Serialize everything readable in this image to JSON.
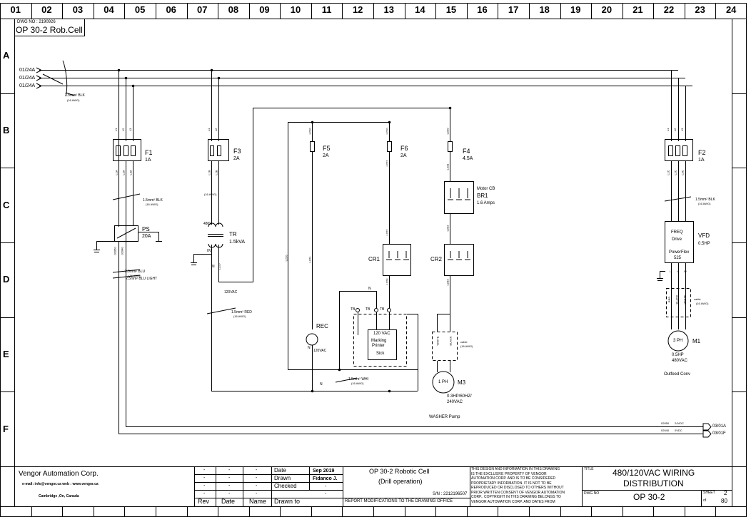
{
  "columns": [
    "01",
    "02",
    "03",
    "04",
    "05",
    "06",
    "07",
    "08",
    "09",
    "10",
    "11",
    "12",
    "13",
    "14",
    "15",
    "16",
    "17",
    "18",
    "19",
    "20",
    "21",
    "22",
    "23",
    "24"
  ],
  "rows": [
    "A",
    "B",
    "C",
    "D",
    "E",
    "F"
  ],
  "header": {
    "dwg_no_label": "DWG NO : 2190926",
    "cell_title": "OP 30-2 Rob.Cell"
  },
  "incoming": [
    "01/24A",
    "01/24A",
    "01/24A"
  ],
  "wire_notes": {
    "blk_main": "1.5mm² BLK",
    "awg16": "(16 AWG)",
    "blk_f1": "1.5mm² BLK",
    "blu": "2.5mm² BLU",
    "blu_light": "2.5mm² BLU LIGHT",
    "red": "1.5mm² RED",
    "wht": "1.5mm² WHI",
    "blk_f2": "1.5mm² BLK"
  },
  "components": {
    "f1": {
      "name": "F1",
      "rating": "1A"
    },
    "f3": {
      "name": "F3",
      "rating": "2A"
    },
    "f5": {
      "name": "F5",
      "rating": "2A"
    },
    "f6": {
      "name": "F6",
      "rating": "2A"
    },
    "f4": {
      "name": "F4",
      "rating": "4.5A"
    },
    "f2": {
      "name": "F2",
      "rating": "1A"
    },
    "ps": {
      "name": "PS",
      "rating": "20A",
      "w1": "02050",
      "w2": "02040"
    },
    "tr": {
      "name": "TR",
      "rating": "1.5kVA",
      "primary": "480V",
      "secondary": "0V",
      "n": "N"
    },
    "br1": {
      "type": "Motor CB",
      "name": "BR1",
      "rating": "1.6 Amps"
    },
    "cr1": {
      "name": "CR1"
    },
    "cr2": {
      "name": "CR2"
    },
    "rec": {
      "name": "REC",
      "volt": "120VAC",
      "n": "N"
    },
    "printer": {
      "l1": "120 VAC",
      "l2": "Marking",
      "l3": "Printer",
      "l4": "Sick",
      "tb": "TB"
    },
    "vfd": {
      "l1": "FREQ",
      "l2": "Drive",
      "l3": "PowerFlex",
      "l4": "525",
      "name": "VFD",
      "rating": "0.5HP",
      "u": "U",
      "v": "V",
      "w": "W"
    },
    "m3": {
      "symbol": "1 PH",
      "name": "M3",
      "spec1": "0.3HP/60HZ/",
      "spec2": "240VAC",
      "desc": "WASHER Pump"
    },
    "m1": {
      "symbol": "3 PH",
      "name": "M1",
      "spec1": "0.5HP",
      "spec2": "480VAC",
      "desc": "Outfeed Conv"
    }
  },
  "wires": {
    "l1": "L1",
    "l2": "L2",
    "l3": "L3",
    "l1a": "L1A",
    "l2a": "L2A",
    "l3a": "L3A",
    "l1b": "L1B",
    "l2b": "L2B",
    "l1c": "L1C",
    "l2c": "L2C",
    "l3c": "L3C",
    "l220": "L220",
    "l221": "L221",
    "l222": "L222",
    "l223": "L223",
    "l230": "L230",
    "l231": "L231",
    "l232": "L232",
    "l233": "L233",
    "n": "N",
    "vac120": "120VAC",
    "red": "RED",
    "black": "BLACK",
    "white": "WHITE",
    "cable": "cable"
  },
  "outputs": [
    {
      "wire": "02050",
      "volt": "24VDC",
      "ref": "03/01A"
    },
    {
      "wire": "02040",
      "volt": "0VDC",
      "ref": "03/01F"
    }
  ],
  "title_block": {
    "company": "Vengor Automation Corp.",
    "contact": "e-mail: info@vengor.ca web : www.vengor.ca",
    "location": "Cambridge ,On, Canada",
    "rev_rows": [
      [
        "-",
        "-",
        "-"
      ],
      [
        "-",
        "-",
        "-"
      ],
      [
        "-",
        "-",
        "-"
      ],
      [
        "-",
        "-",
        "-"
      ],
      [
        "-",
        "-",
        "-"
      ]
    ],
    "rev_headers": {
      "rev": "Rev",
      "date": "Date",
      "name": "Name",
      "drawn_to": "Drawn  to"
    },
    "date_label": "Date",
    "date_value": "Sep 2019",
    "drawn_label": "Drawn",
    "drawn_value": "Fidanco J.",
    "checked_label": "Checked",
    "checked_value": "-",
    "blank_value": "-",
    "project1": "OP 30-2 Robotic Cell",
    "project2": "(Drill operation)",
    "sn": "S/N : 2212196507",
    "report": "REPORT MODIFICATIONS TO THE DRAWING OFFICE",
    "disclaimer": [
      "THIS DESIGN AND INFORMATION IN THIS DRAWING",
      "IS THE EXCLUSIVE PROPERTY OF VENGOR",
      "AUTOMATION CORP. AND IS TO BE CONSIDERED",
      "PROPRIETARY INFORMATION. IT IS NOT TO BE",
      "REPRODUCED OR DISCLOSED TO OTHERS WITHOUT",
      "PRIOR WRITTEN CONSENT OF VENGOR AUTOMATION",
      "CORP.. COPYRIGHT IN THIS DRAWING BELONGS TO",
      "VENGOR AUTOMATION CORP. AND DATES FROM"
    ],
    "title_label": "TITLE",
    "title1": "480/120VAC WIRING",
    "title2": "DISTRIBUTION",
    "dwg_no_label": "DWG NO",
    "dwg_no": "OP 30-2",
    "sheet_label": "SHEET",
    "sheet": "2",
    "of_label": "of",
    "of": "80"
  }
}
